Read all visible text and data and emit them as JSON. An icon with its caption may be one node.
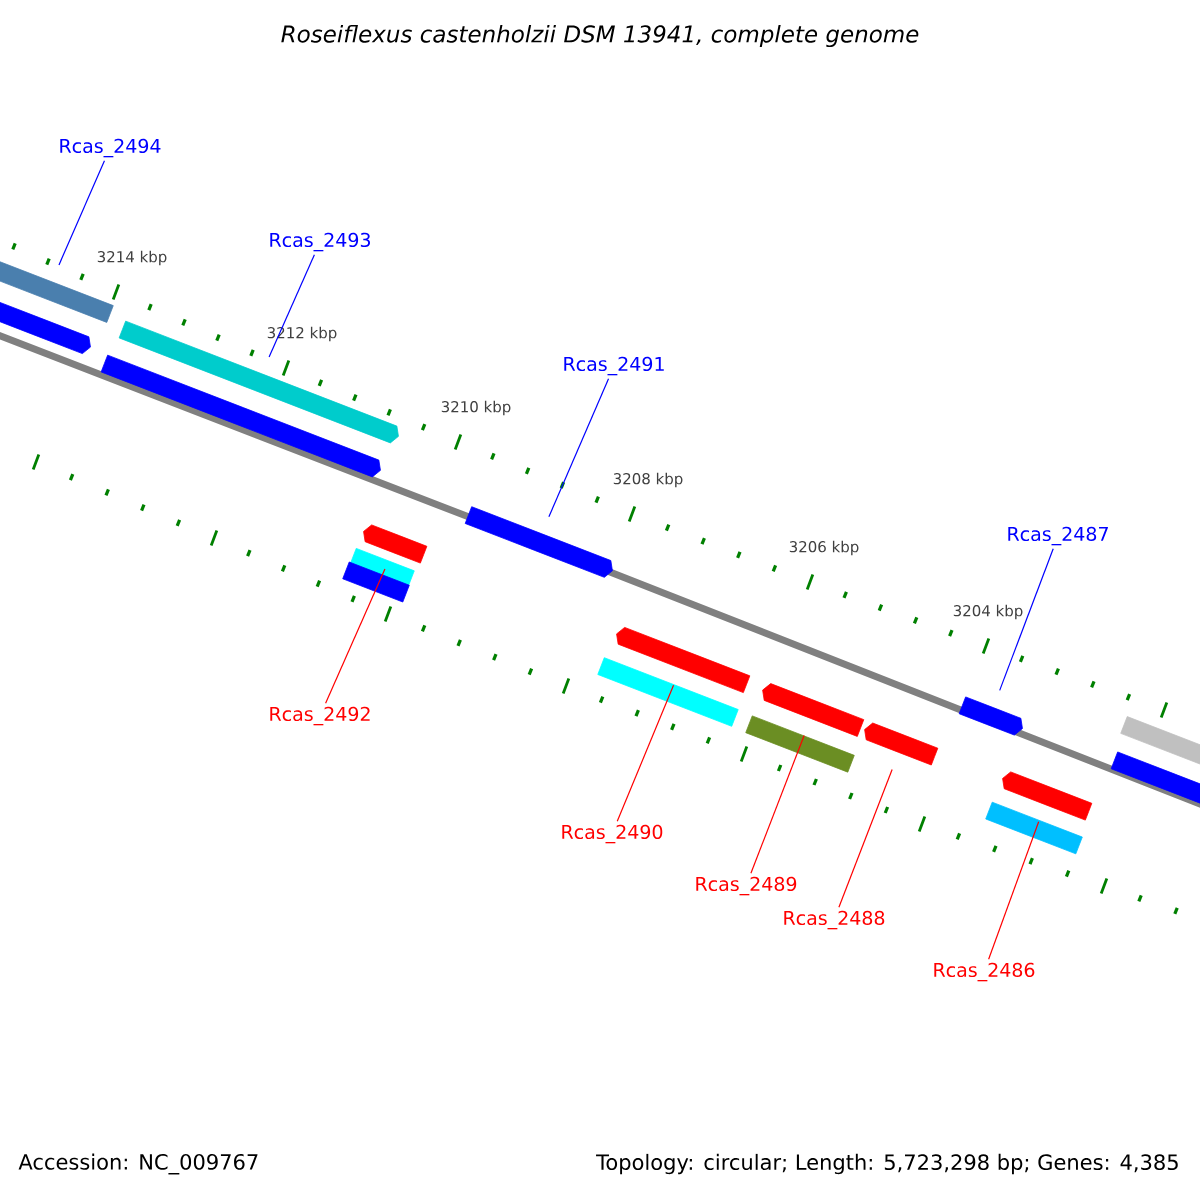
{
  "diagram": {
    "title": "Roseiflexus castenholzii DSM 13941, complete genome",
    "nodes": [
      {
        "text": [
          "Rcas_2494"
        ]
      },
      {
        "text": [],
        "shape": "bar"
      },
      {
        "text": [],
        "shape": "bar"
      },
      {
        "text": [
          "Rcas_2493"
        ]
      },
      {
        "text": [],
        "shape": "bar"
      },
      {
        "text": [],
        "shape": "bar"
      },
      {
        "text": [
          "Rcas_2491"
        ]
      },
      {
        "text": [],
        "shape": "bar"
      },
      {
        "text": [],
        "shape": "bar"
      },
      {
        "text": [],
        "shape": "bar"
      },
      {
        "text": [],
        "shape": "bar"
      },
      {
        "text": [
          "Rcas_2492"
        ]
      },
      {
        "text": [],
        "shape": "bar"
      },
      {
        "text": [],
        "shape": "bar"
      },
      {
        "text": [],
        "shape": "bar"
      },
      {
        "text": [],
        "shape": "bar"
      },
      {
        "text": [],
        "shape": "bar"
      },
      {
        "text": [
          "Rcas_2487"
        ]
      },
      {
        "text": [],
        "shape": "bar"
      },
      {
        "text": [],
        "shape": "bar"
      },
      {
        "text": [],
        "shape": "bar"
      },
      {
        "text": [],
        "shape": "bar"
      },
      {
        "text": [],
        "shape": "bar"
      },
      {
        "text": [
          "Rcas_2490"
        ]
      },
      {
        "text": [
          "Rcas_2489"
        ]
      },
      {
        "text": [
          "Rcas_2488"
        ]
      },
      {
        "text": [
          "Rcas_2486"
        ]
      }
    ],
    "edges": [
      {
        "from": 0,
        "to": 1,
        "arrow": "none",
        "color": "#0000ff"
      },
      {
        "from": 3,
        "to": 4,
        "arrow": "none",
        "color": "#0000ff"
      },
      {
        "from": 6,
        "to": 7,
        "arrow": "none",
        "color": "#0000ff"
      },
      {
        "from": 11,
        "to": 8,
        "arrow": "none"
      },
      {
        "from": 17,
        "to": 18,
        "arrow": "none",
        "color": "#0000ff"
      },
      {
        "from": 23,
        "to": 12,
        "arrow": "none"
      },
      {
        "from": 24,
        "to": 14,
        "arrow": "none"
      },
      {
        "from": 25,
        "to": 16,
        "arrow": "none"
      },
      {
        "from": 26,
        "to": 21,
        "arrow": "none"
      }
    ],
    "labels": [
      "3214 kbp",
      "3212 kbp",
      "3210 kbp",
      "3208 kbp",
      "3206 kbp",
      "3204 kbp",
      "Accession: NC_009767",
      "Topology: circular; Length: 5,723,298 bp; Genes: 4,385"
    ]
  }
}
